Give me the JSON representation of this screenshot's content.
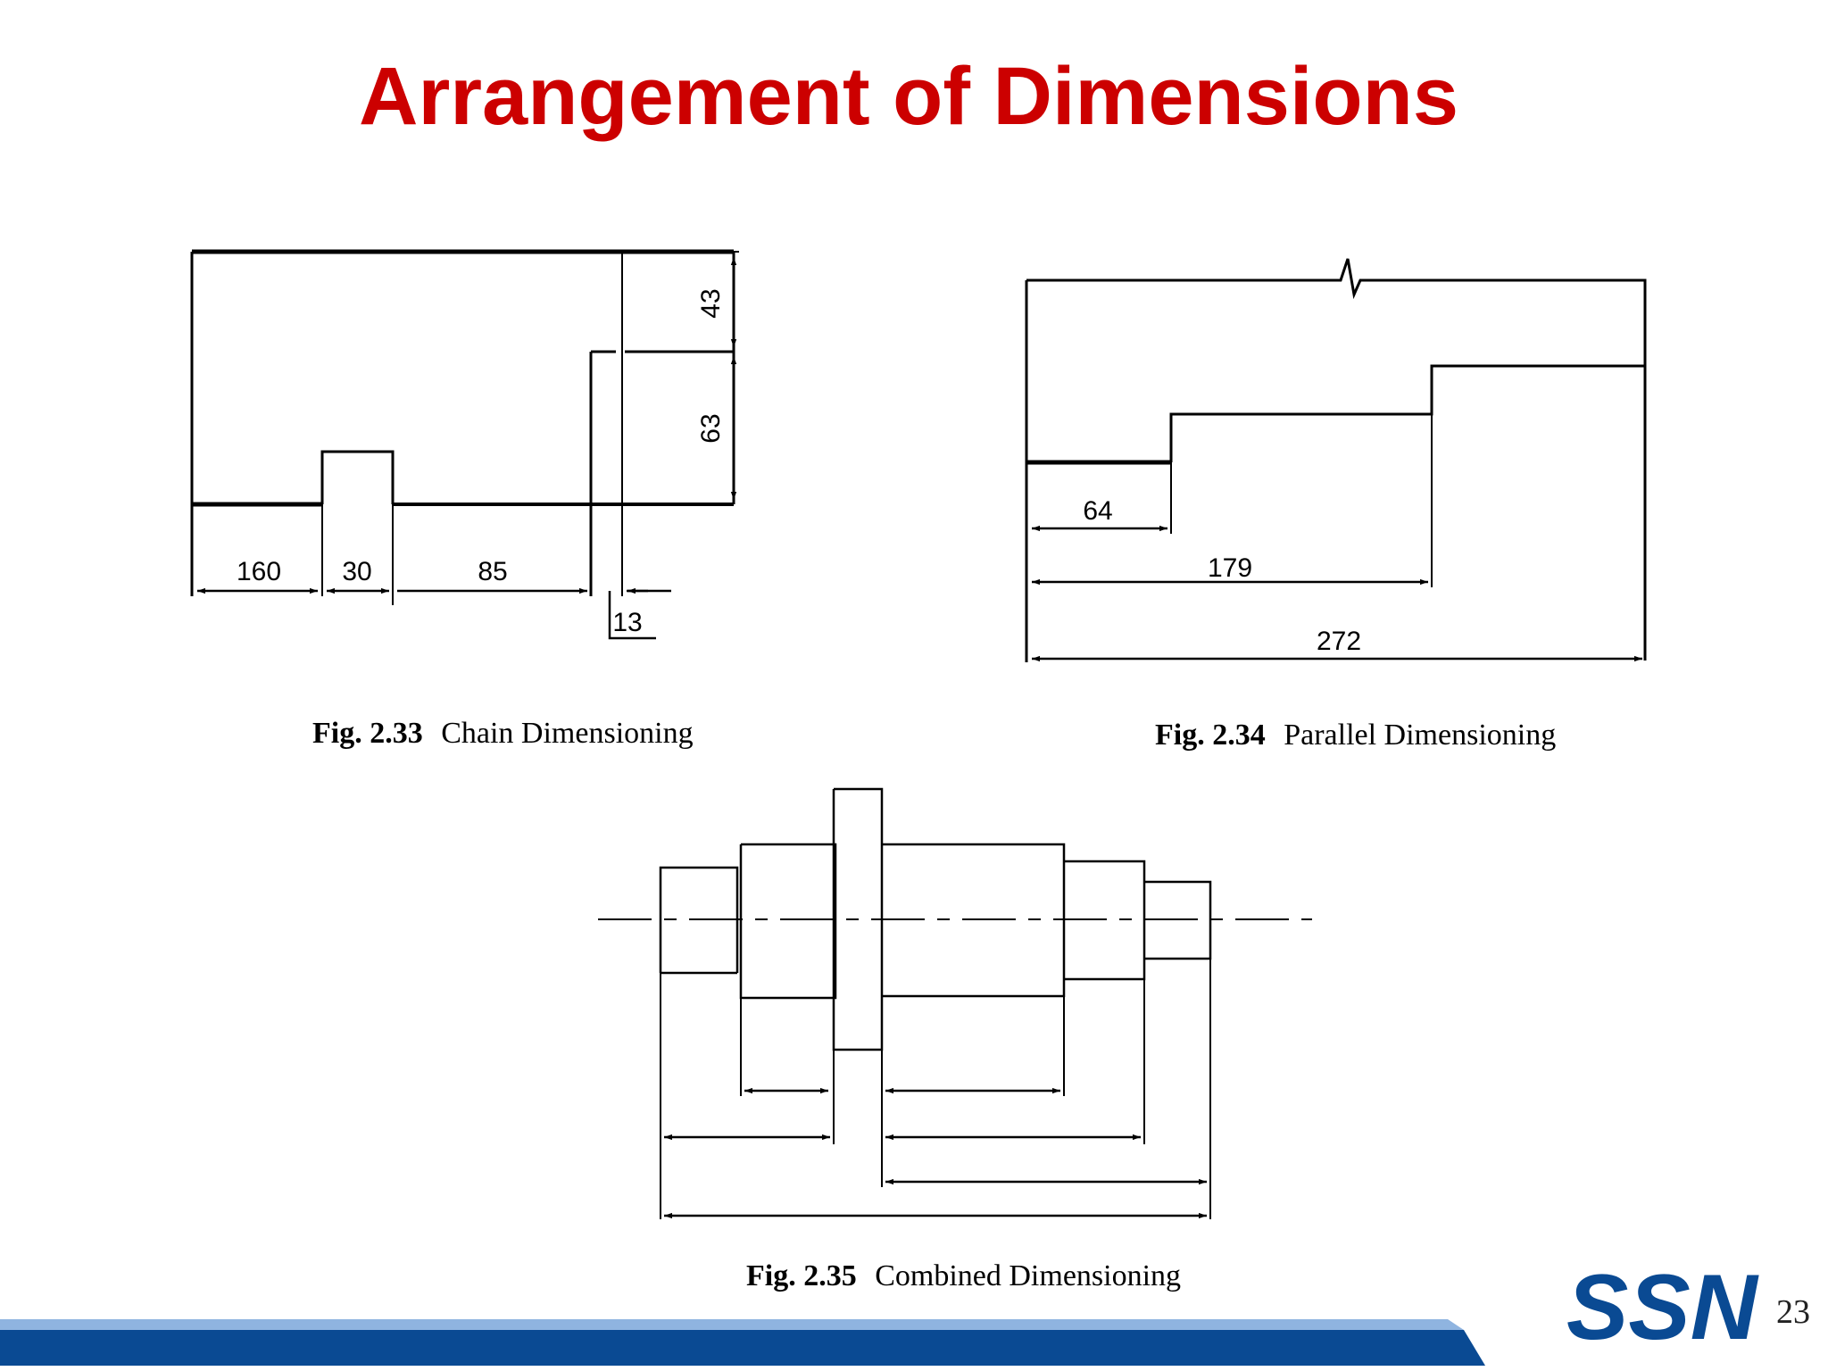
{
  "slide": {
    "title": "Arrangement of Dimensions",
    "page_number": "23",
    "logo_text": "SSN",
    "accent_color": "#cc0000",
    "footer_colors": [
      "#0a4a93",
      "#8fb4e0"
    ]
  },
  "figures": {
    "chain": {
      "caption_number": "Fig. 2.33",
      "caption_text": "Chain Dimensioning",
      "horizontal_dims": [
        "160",
        "30",
        "85",
        "13"
      ],
      "vertical_dims": [
        "43",
        "63"
      ]
    },
    "parallel": {
      "caption_number": "Fig. 2.34",
      "caption_text": "Parallel Dimensioning",
      "dims": [
        "64",
        "179",
        "272"
      ]
    },
    "combined": {
      "caption_number": "Fig. 2.35",
      "caption_text": "Combined Dimensioning"
    }
  }
}
